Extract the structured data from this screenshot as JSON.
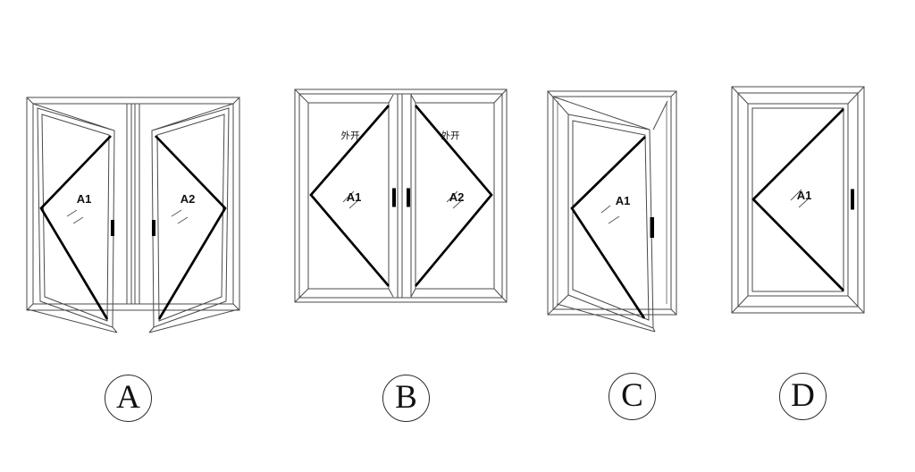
{
  "palette": {
    "background": "#ffffff",
    "thin_line": "#4a4a4a",
    "indicator_line": "#000000",
    "text": "#111111"
  },
  "drawings": {
    "a": {
      "option_label": "A",
      "pane_labels": [
        "A1",
        "A2"
      ]
    },
    "b": {
      "option_label": "B",
      "pane_labels": [
        "A1",
        "A2"
      ],
      "open_direction_labels": [
        "外开",
        "外开"
      ]
    },
    "c": {
      "option_label": "C",
      "pane_labels": [
        "A1"
      ]
    },
    "d": {
      "option_label": "D",
      "pane_labels": [
        "A1"
      ]
    }
  }
}
